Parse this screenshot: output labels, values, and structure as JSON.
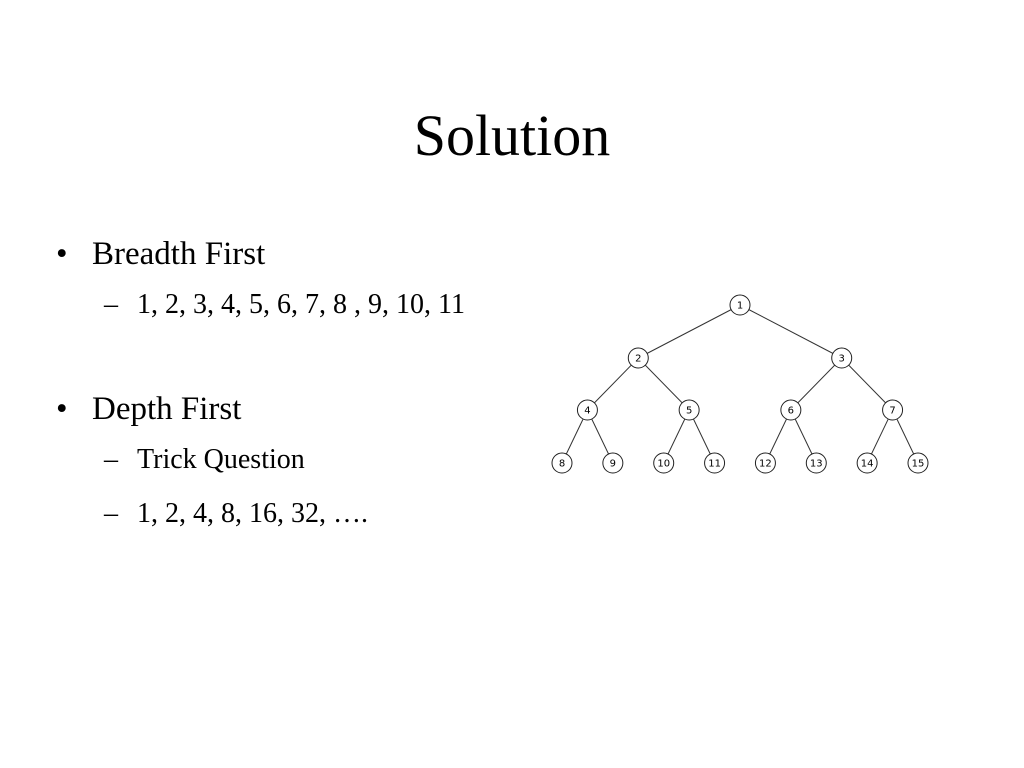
{
  "slide": {
    "title": "Solution",
    "bullets": [
      {
        "label": "Breadth First",
        "subitems": [
          "1, 2, 3, 4, 5, 6, 7, 8 , 9, 10, 11"
        ]
      },
      {
        "label": "Depth First",
        "subitems": [
          "Trick Question",
          "1, 2, 4, 8, 16, 32, …."
        ]
      }
    ],
    "bullet_mark": "•",
    "sub_mark": "–"
  },
  "tree": {
    "nodes": [
      {
        "id": "1",
        "label": "1"
      },
      {
        "id": "2",
        "label": "2"
      },
      {
        "id": "3",
        "label": "3"
      },
      {
        "id": "4",
        "label": "4"
      },
      {
        "id": "5",
        "label": "5"
      },
      {
        "id": "6",
        "label": "6"
      },
      {
        "id": "7",
        "label": "7"
      },
      {
        "id": "8",
        "label": "8"
      },
      {
        "id": "9",
        "label": "9"
      },
      {
        "id": "10",
        "label": "10"
      },
      {
        "id": "11",
        "label": "11"
      },
      {
        "id": "12",
        "label": "12"
      },
      {
        "id": "13",
        "label": "13"
      },
      {
        "id": "14",
        "label": "14"
      },
      {
        "id": "15",
        "label": "15"
      }
    ],
    "edges": [
      [
        "1",
        "2"
      ],
      [
        "1",
        "3"
      ],
      [
        "2",
        "4"
      ],
      [
        "2",
        "5"
      ],
      [
        "3",
        "6"
      ],
      [
        "3",
        "7"
      ],
      [
        "4",
        "8"
      ],
      [
        "4",
        "9"
      ],
      [
        "5",
        "10"
      ],
      [
        "5",
        "11"
      ],
      [
        "6",
        "12"
      ],
      [
        "6",
        "13"
      ],
      [
        "7",
        "14"
      ],
      [
        "7",
        "15"
      ]
    ]
  }
}
